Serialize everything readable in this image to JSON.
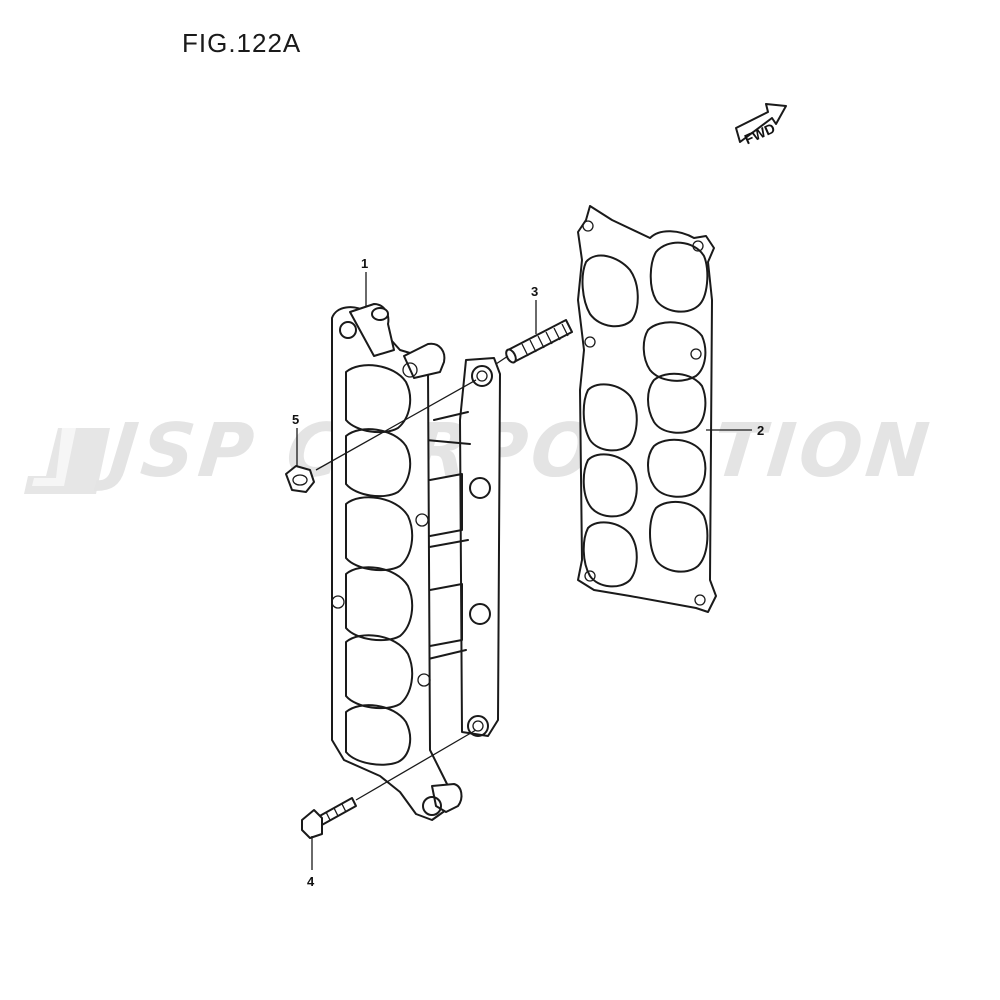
{
  "figure": {
    "title": "FIG.122A"
  },
  "watermark": {
    "text": "JSP CORPORATION"
  },
  "direction_badge": {
    "text": "FWD"
  },
  "callouts": [
    {
      "id": "1",
      "label": "1"
    },
    {
      "id": "2",
      "label": "2"
    },
    {
      "id": "3",
      "label": "3"
    },
    {
      "id": "4",
      "label": "4"
    },
    {
      "id": "5",
      "label": "5"
    }
  ]
}
